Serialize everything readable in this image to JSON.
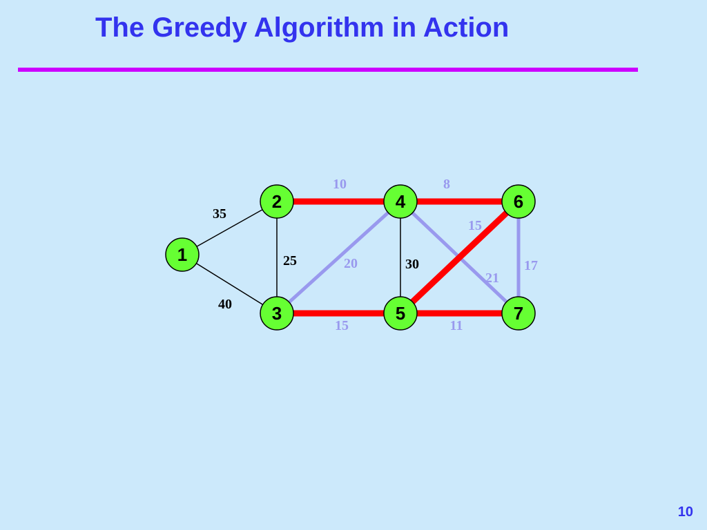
{
  "slide": {
    "title": "The Greedy Algorithm in Action",
    "page_number": "10"
  },
  "colors": {
    "background": "#cce9fb",
    "title": "#3333ee",
    "rule": "#cc00ff",
    "node_fill": "#66ff33",
    "selected_edge": "#ff0000",
    "considered_edge": "#9999ee",
    "unused_edge": "#000000"
  },
  "graph": {
    "nodes": [
      {
        "id": "1",
        "label": "1"
      },
      {
        "id": "2",
        "label": "2"
      },
      {
        "id": "3",
        "label": "3"
      },
      {
        "id": "4",
        "label": "4"
      },
      {
        "id": "5",
        "label": "5"
      },
      {
        "id": "6",
        "label": "6"
      },
      {
        "id": "7",
        "label": "7"
      }
    ],
    "edges": [
      {
        "from": "1",
        "to": "2",
        "weight": "35",
        "state": "unused"
      },
      {
        "from": "1",
        "to": "3",
        "weight": "40",
        "state": "unused"
      },
      {
        "from": "2",
        "to": "3",
        "weight": "25",
        "state": "unused"
      },
      {
        "from": "4",
        "to": "5",
        "weight": "30",
        "state": "unused"
      },
      {
        "from": "3",
        "to": "4",
        "weight": "20",
        "state": "considered"
      },
      {
        "from": "4",
        "to": "7",
        "weight": "21",
        "state": "considered"
      },
      {
        "from": "6",
        "to": "7",
        "weight": "17",
        "state": "considered"
      },
      {
        "from": "2",
        "to": "4",
        "weight": "10",
        "state": "selected"
      },
      {
        "from": "4",
        "to": "6",
        "weight": "8",
        "state": "selected"
      },
      {
        "from": "3",
        "to": "5",
        "weight": "15",
        "state": "selected"
      },
      {
        "from": "5",
        "to": "7",
        "weight": "11",
        "state": "selected"
      },
      {
        "from": "5",
        "to": "6",
        "weight": "15",
        "state": "selected"
      }
    ]
  }
}
